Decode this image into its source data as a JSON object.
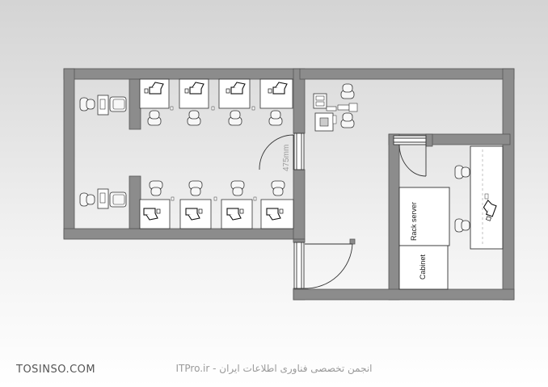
{
  "labels": {
    "dimension": "475mm",
    "rack_server": "Rack server",
    "cabinet": "Cabinet"
  },
  "footer": {
    "brand": "TOSINSO.COM",
    "credit": "ITPro.ir - انجمن تخصصی فناوری اطلاعات ایران"
  },
  "colors": {
    "wall": "#8c8c8c",
    "wall_outline": "#555555",
    "floor": "#ffffff"
  }
}
